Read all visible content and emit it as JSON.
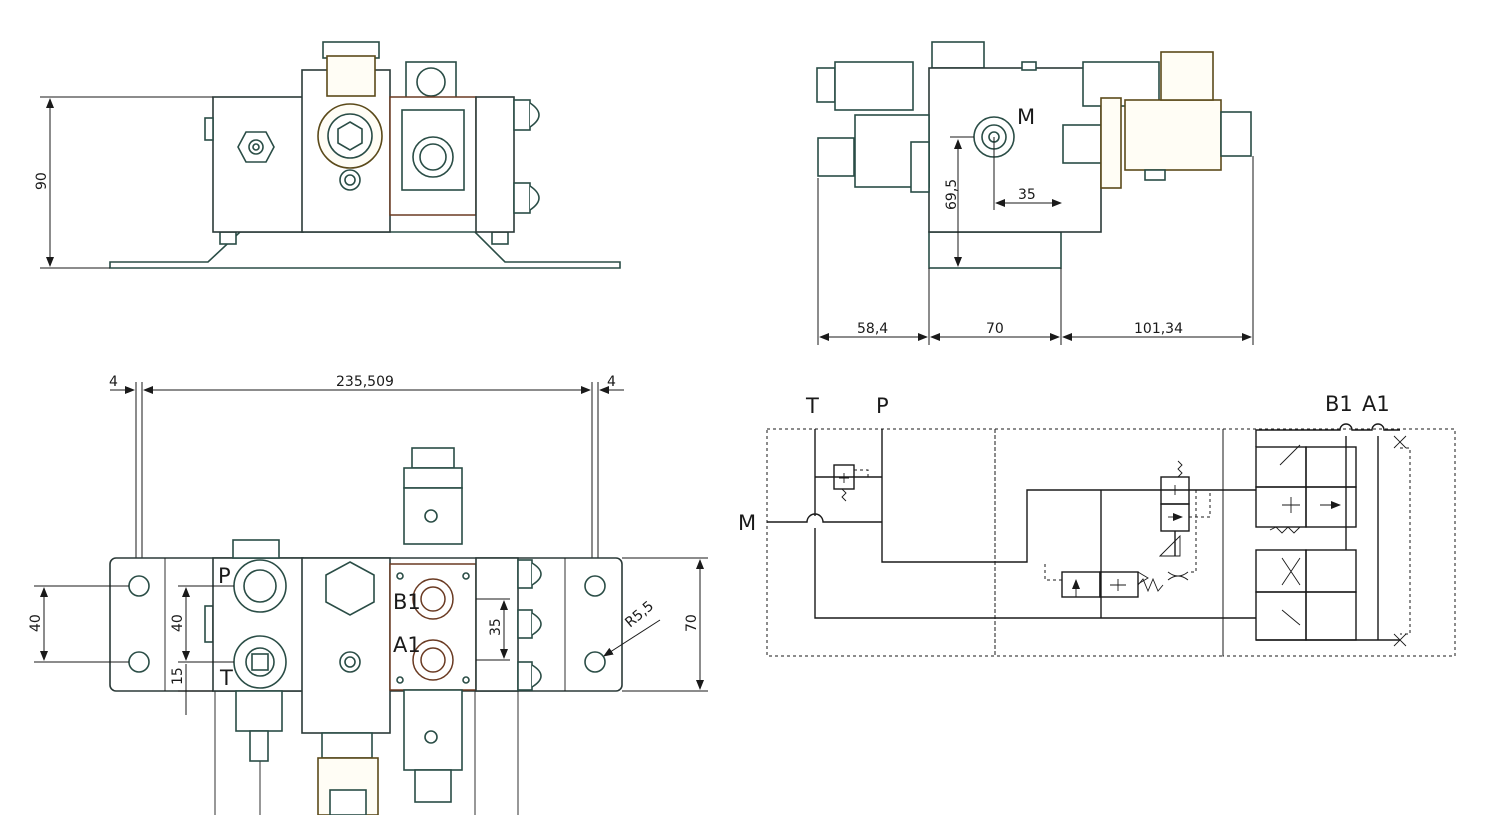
{
  "side_view": {
    "height_dim": "90"
  },
  "end_view": {
    "port_m": "M",
    "dim_695": "69,5",
    "dim_35": "35",
    "dim_584": "58,4",
    "dim_70": "70",
    "dim_10134": "101,34"
  },
  "top_view": {
    "dim_4_left": "4",
    "dim_235509": "235,509",
    "dim_4_right": "4",
    "dim_40_outer": "40",
    "dim_40_inner": "40",
    "dim_15": "15",
    "dim_35": "35",
    "dim_70": "70",
    "dim_r55": "R5,5",
    "port_p": "P",
    "port_t": "T",
    "port_b1": "B1",
    "port_a1": "A1"
  },
  "schematic": {
    "port_t": "T",
    "port_p": "P",
    "port_b1": "B1",
    "port_a1": "A1",
    "port_m": "M"
  }
}
